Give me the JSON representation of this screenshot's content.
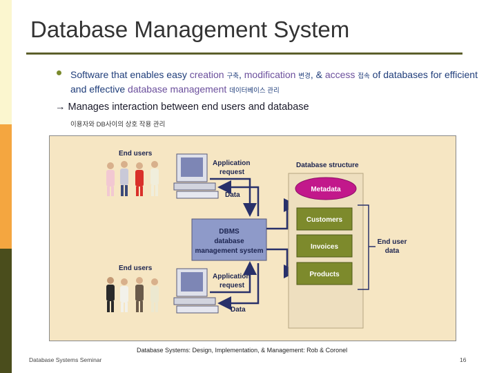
{
  "title": "Database Management System",
  "bullet": {
    "p1": "Software that enables easy ",
    "creation": "creation",
    "ko_creation": "구축",
    "p2": ", ",
    "modification": "modification",
    "ko_modification": "변경",
    "p3": ", & ",
    "access": "access",
    "ko_access": "접속",
    "p4": " of databases for efficient and effective ",
    "dbm": "database management",
    "ko_dbm": "데이터베이스 관리"
  },
  "arrow_point": {
    "arrow": "→",
    "text": "Manages interaction between end users and database",
    "ko": "이용자와 DB사이의 상호 작용 관리"
  },
  "diagram": {
    "end_users_top": "End users",
    "end_users_bottom": "End users",
    "app_request_top": [
      "Application",
      "request"
    ],
    "app_request_bottom": [
      "Application",
      "request"
    ],
    "data_top": "Data",
    "data_bottom": "Data",
    "dbms": [
      "DBMS",
      "database",
      "management system"
    ],
    "db_structure": "Database structure",
    "metadata": "Metadata",
    "tables": [
      "Customers",
      "Invoices",
      "Products"
    ],
    "end_user_data": [
      "End user",
      "data"
    ]
  },
  "colors": {
    "sidebar_top": "#fbf6cf",
    "sidebar_mid": "#f4a640",
    "sidebar_bottom": "#4a4d1c",
    "figure_bg": "#f6e6c3",
    "dbms_box": "#8e9ac9",
    "table_box": "#7d8a2c",
    "metadata": "#c2188b",
    "arrow": "#28306a"
  },
  "footer": {
    "source": "Database Systems: Design, Implementation, & Management: Rob & Coronel",
    "left": "Database Systems Seminar",
    "page": "16"
  }
}
